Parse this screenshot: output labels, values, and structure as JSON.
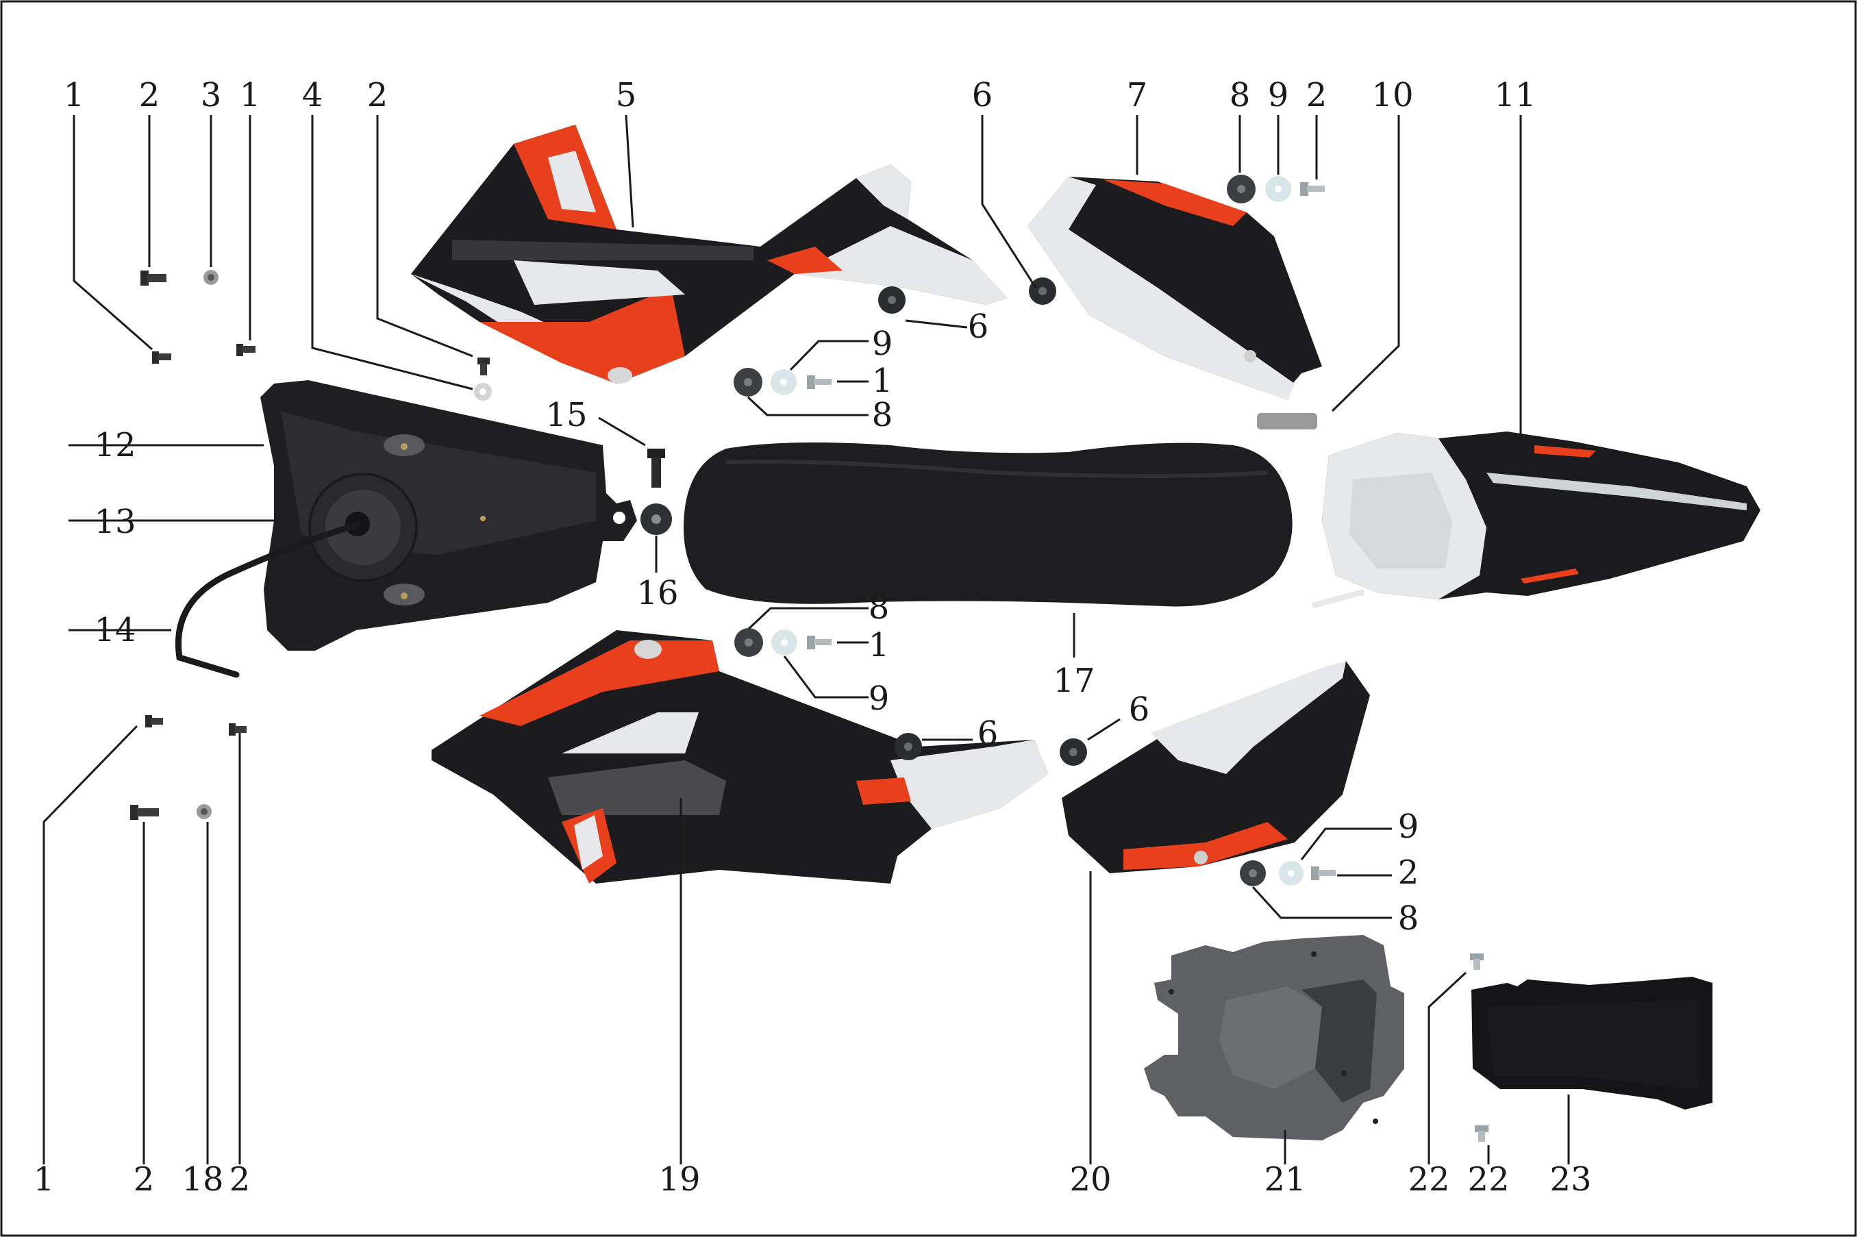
{
  "callouts": {
    "c1a": "1",
    "c2a": "2",
    "c3": "3",
    "c1b": "1",
    "c4": "4",
    "c2b": "2",
    "c5": "5",
    "c6a": "6",
    "c7": "7",
    "c8a": "8",
    "c9a": "9",
    "c2c": "2",
    "c10": "10",
    "c11": "11",
    "c6b": "6",
    "c9b": "9",
    "c1c": "1",
    "c8b": "8",
    "c15": "15",
    "c12": "12",
    "c13": "13",
    "c16": "16",
    "c14": "14",
    "c8c": "8",
    "c1d": "1",
    "c9c": "9",
    "c17": "17",
    "c6c": "6",
    "c6d": "6",
    "c9d": "9",
    "c2d": "2",
    "c8d": "8",
    "c1e": "1",
    "c2e": "2",
    "c18": "18",
    "c2f": "2",
    "c19": "19",
    "c20": "20",
    "c21": "21",
    "c22a": "22",
    "c22b": "22",
    "c23": "23"
  },
  "colors": {
    "frame": "#1a1a1a",
    "plastic_black": "#1c1c1e",
    "accent_orange": "#e8401c",
    "plastic_white": "#e6e8ea",
    "graphic_grey": "#4a4a4e",
    "gasket": "#3b3f42",
    "washer": "#d8e6ea"
  }
}
